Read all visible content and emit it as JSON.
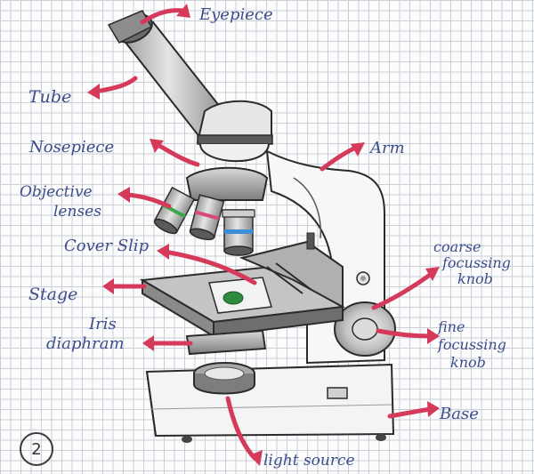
{
  "diagram": {
    "labels": {
      "eyepiece": "Eyepiece",
      "tube": "Tube",
      "nosepiece": "Nosepiece",
      "arm": "Arm",
      "objective_lenses_line1": "Objective",
      "objective_lenses_line2": "lenses",
      "cover_slip": "Cover Slip",
      "coarse_focussing_line1": "coarse",
      "coarse_focussing_line2": "focussing",
      "coarse_focussing_line3": "knob",
      "stage": "Stage",
      "iris_diaphragm_line1": "Iris",
      "iris_diaphragm_line2": "diaphram",
      "fine_focussing_line1": "fine",
      "fine_focussing_line2": "focussing",
      "fine_focussing_line3": "knob",
      "base": "Base",
      "light_source": "light source"
    },
    "page_number": "2",
    "colors": {
      "ink_blue": "#3d4d8c",
      "arrow_red": "#d63a5a",
      "pencil_gray": "#8a8a8a",
      "outline": "#2b2b2b"
    }
  }
}
